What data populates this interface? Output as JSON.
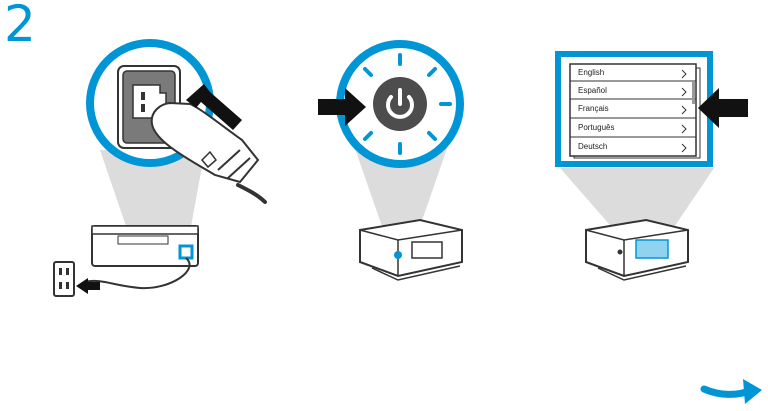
{
  "step": {
    "number": "2"
  },
  "colors": {
    "accent": "#0096d6",
    "arrow": "#111111",
    "cone": "#dcdcdc",
    "device": "#ffffff",
    "outline": "#333333",
    "power_button": "#4d4d4d"
  },
  "panels": [
    {
      "id": "power-cord",
      "icon": "power-plug-icon"
    },
    {
      "id": "power-on",
      "icon": "power-icon"
    },
    {
      "id": "language-select",
      "icon": "language-list-icon",
      "languages": [
        "English",
        "Español",
        "Français",
        "Português",
        "Deutsch"
      ],
      "selected": "Français"
    }
  ],
  "navigation": {
    "next_icon": "next-arrow-icon"
  }
}
